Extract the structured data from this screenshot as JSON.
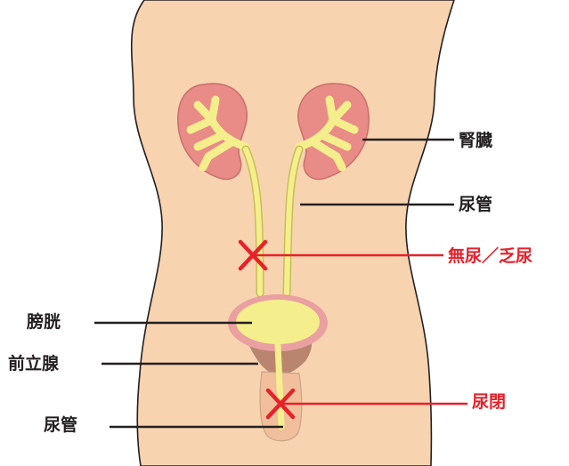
{
  "labels": {
    "kidney": "腎臓",
    "ureter": "尿管",
    "anuria": "無尿／乏尿",
    "bladder": "膀胱",
    "prostate": "前立腺",
    "retention": "尿閉",
    "urethra": "尿管"
  },
  "colors": {
    "skin": "#f8d3b0",
    "kidney": "#e98b86",
    "urine_tract": "#f4ef8c",
    "bladder_wall": "#eaa0a0",
    "prostate": "#b9856e",
    "leader_line": "#231f20",
    "marker_red": "#e8202a"
  },
  "icons": {
    "blockage_marker": "x-mark-icon"
  }
}
